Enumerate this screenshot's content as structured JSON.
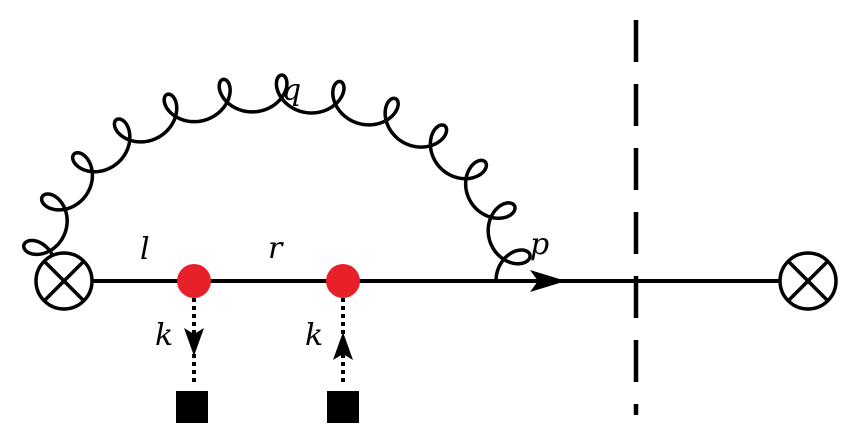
{
  "labels": {
    "gluon_momentum": "q",
    "left_quark_momentum": "l",
    "middle_quark_momentum": "r",
    "outgoing_momentum": "p",
    "left_insertion_momentum": "k",
    "right_insertion_momentum": "k"
  },
  "colors": {
    "line": "#000000",
    "vertex": "#e8202a",
    "background": "#ffffff"
  },
  "icons": {
    "left_vertex": "circled-cross-icon",
    "right_vertex": "circled-cross-icon",
    "insertion_source": "filled-square-icon"
  }
}
